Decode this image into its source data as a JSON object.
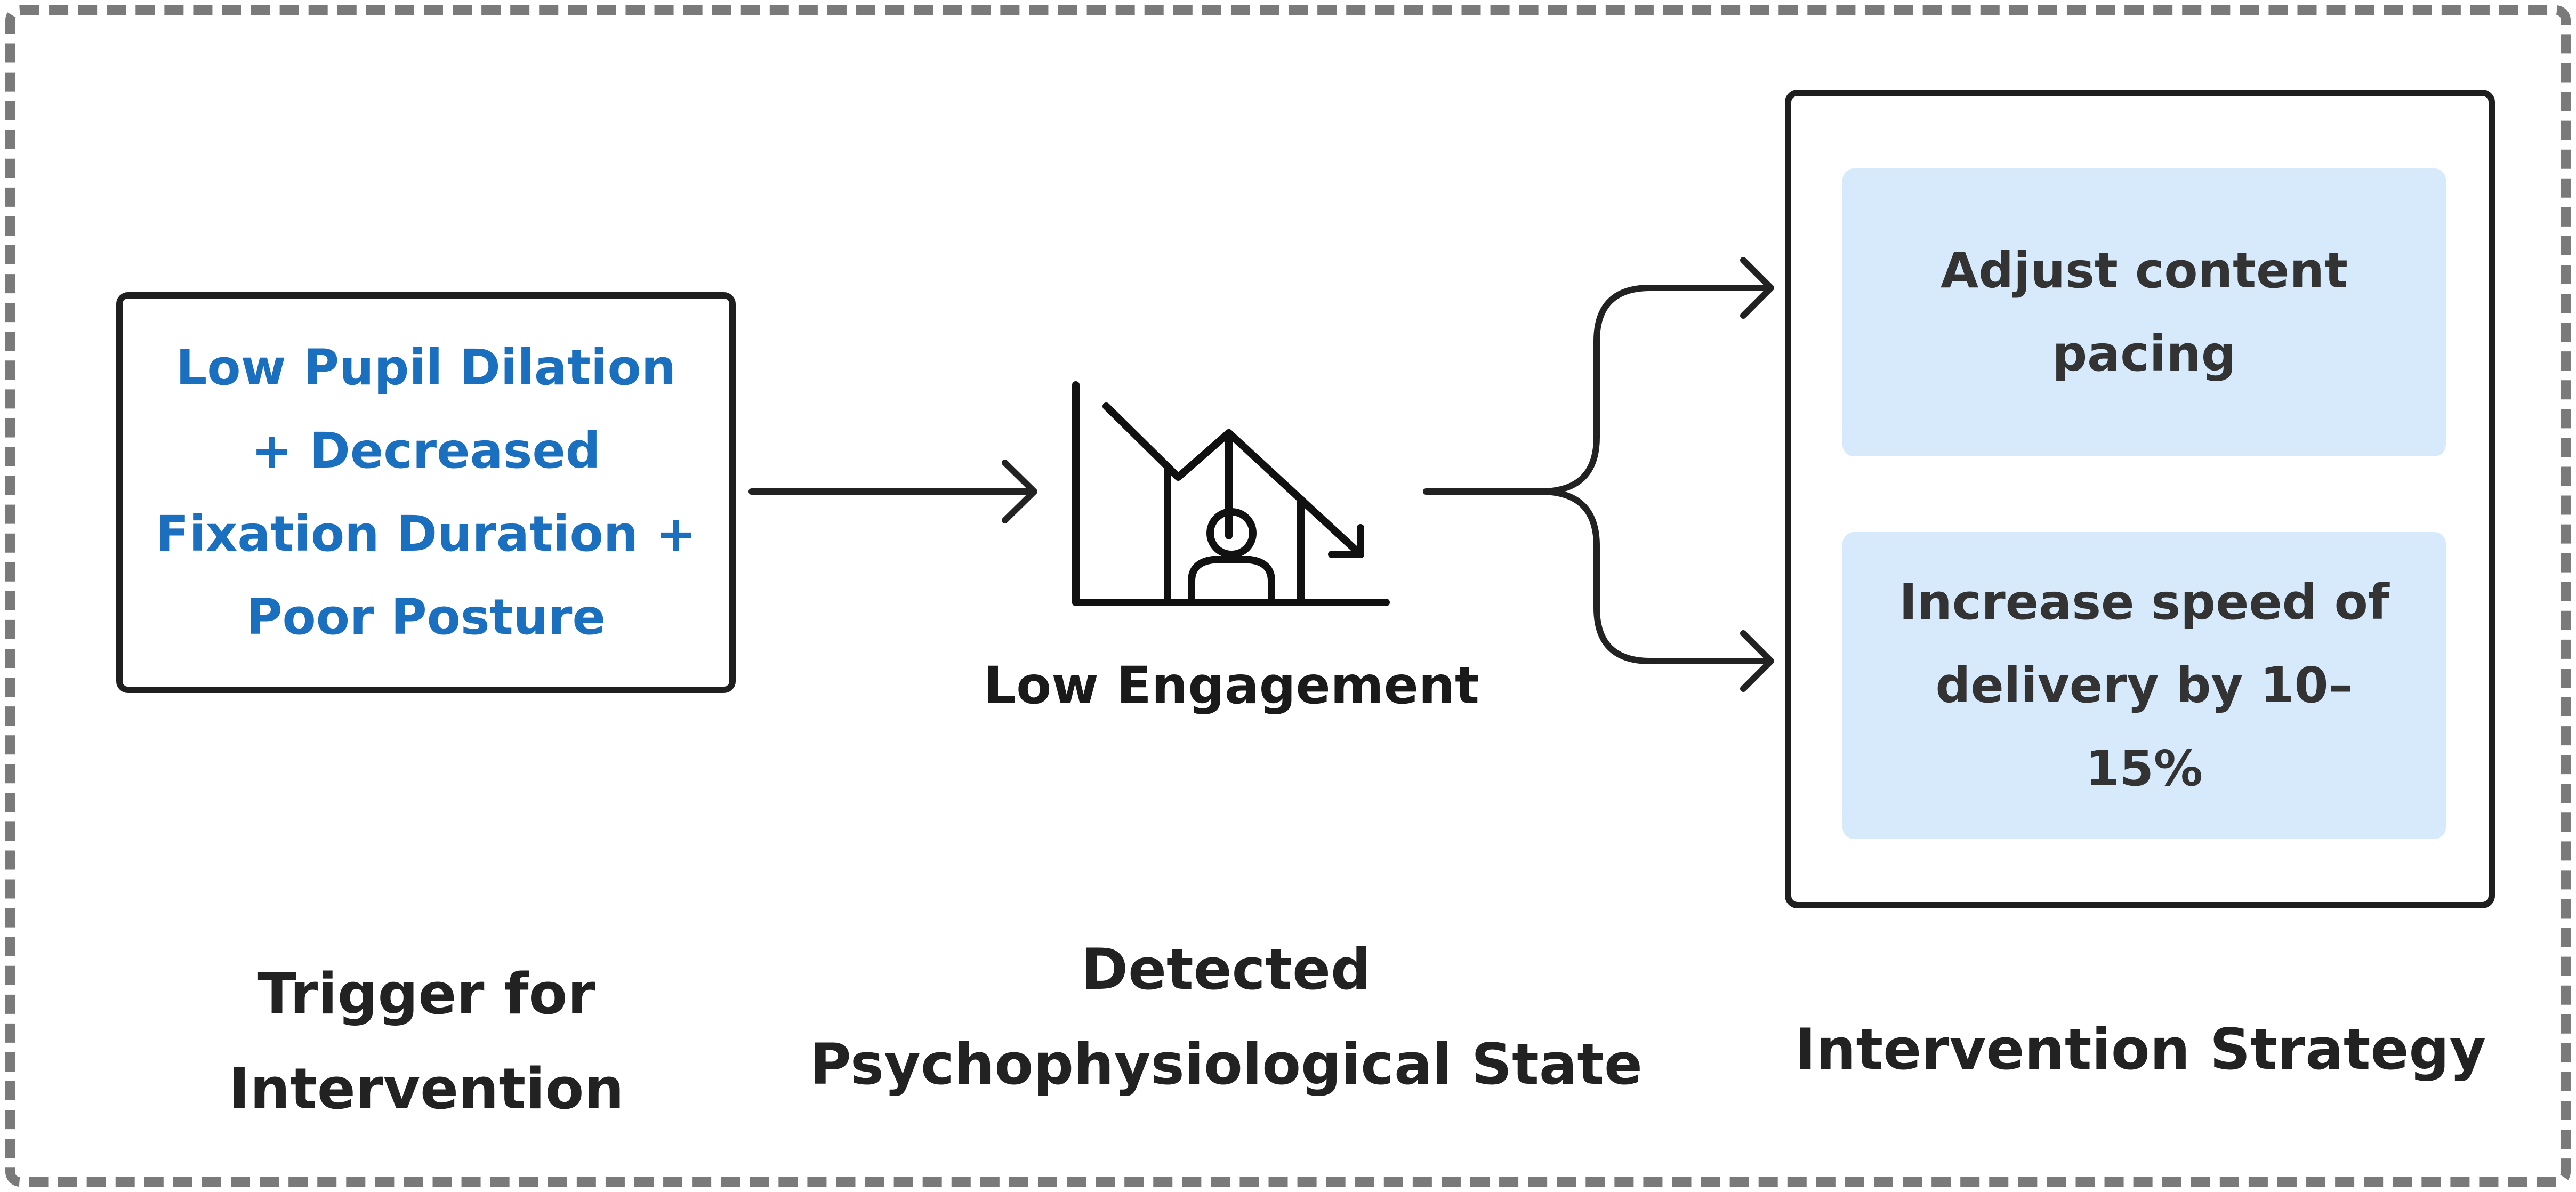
{
  "trigger": {
    "text": "Low Pupil Dilation  + Decreased Fixation Duration + Poor Posture"
  },
  "state": {
    "label": "Low Engagement",
    "icon": "declining-engagement-icon"
  },
  "strategies": [
    {
      "text": "Adjust content pacing"
    },
    {
      "text": "Increase speed of delivery by 10–15%"
    }
  ],
  "captions": {
    "trigger": "Trigger for Intervention",
    "state": "Detected Psychophysiological State",
    "strategy": "Intervention Strategy"
  },
  "colors": {
    "trigger_text": "#1b6fbf",
    "strategy_fill": "#d6eafb",
    "stroke": "#1f1f1f",
    "frame": "#7a7a7a"
  }
}
